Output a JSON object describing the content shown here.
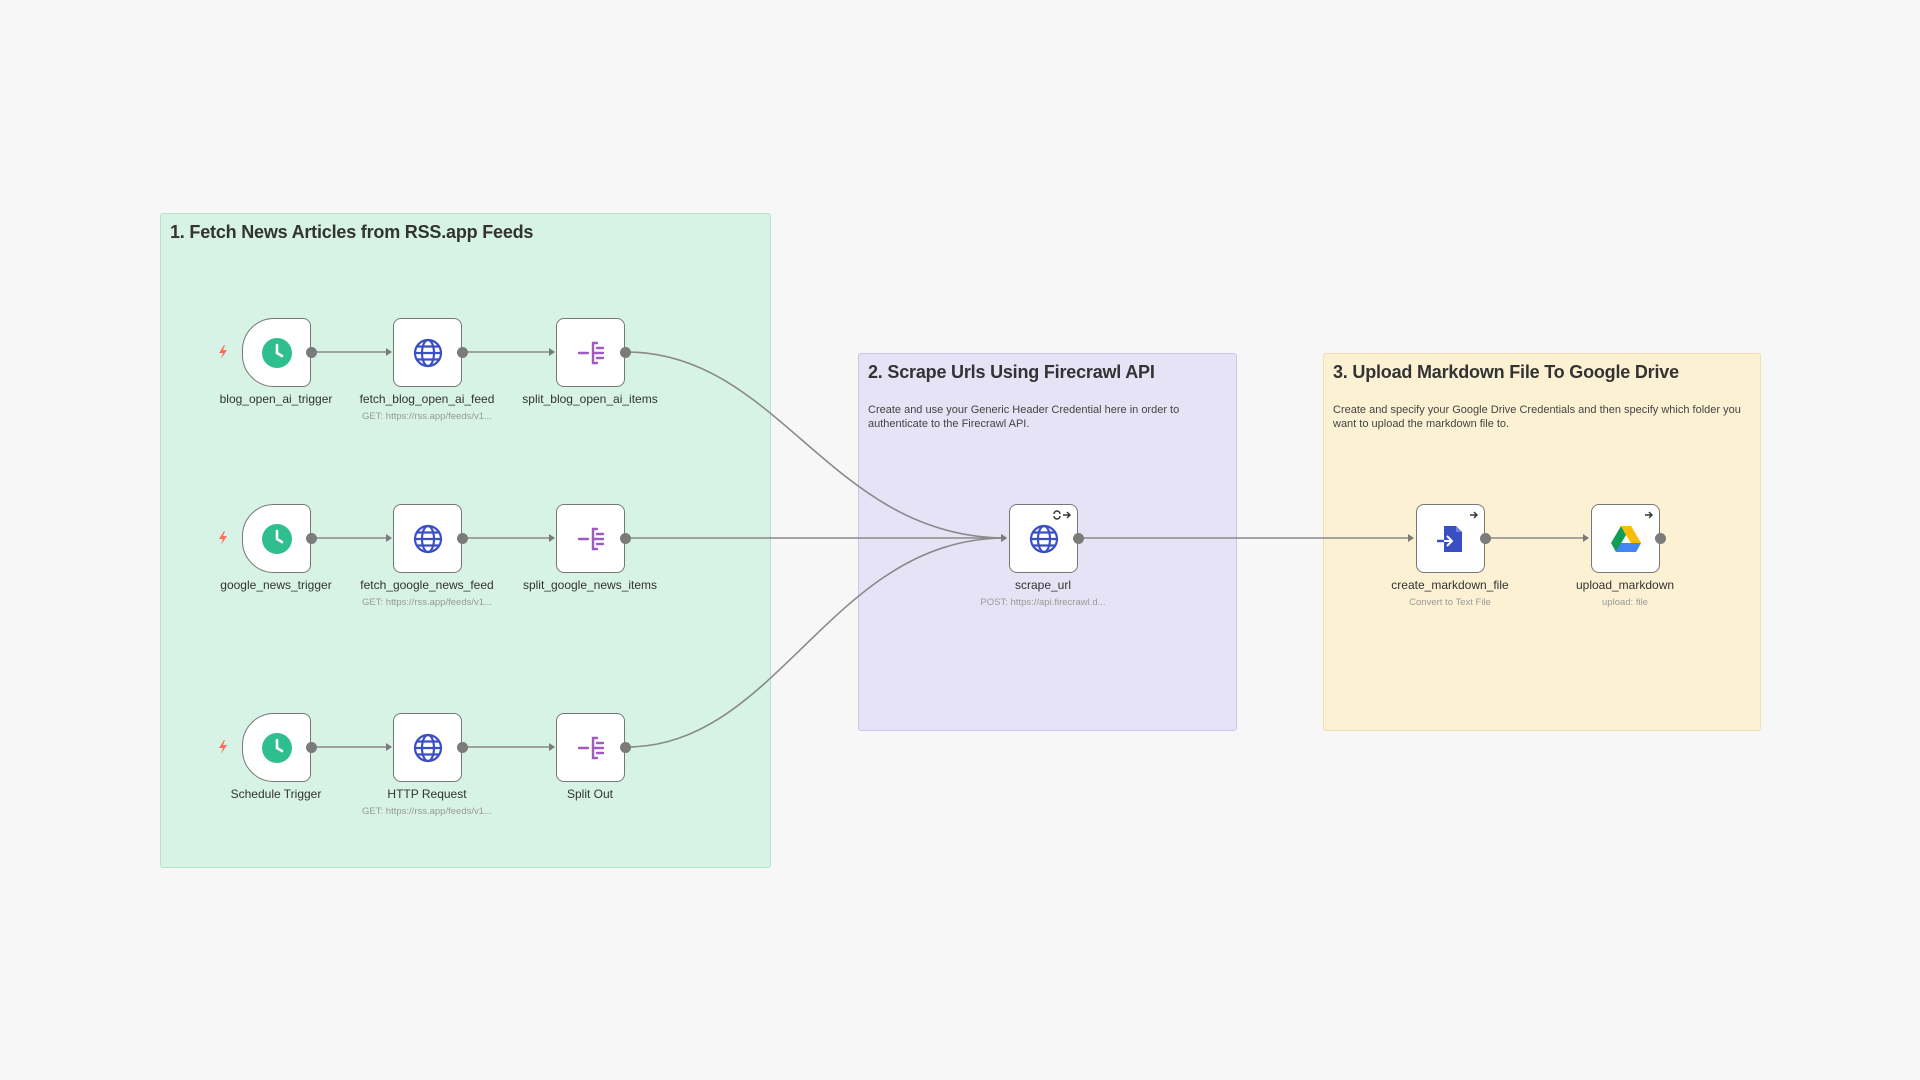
{
  "stickies": [
    {
      "title": "1. Fetch News Articles from RSS.app Feeds",
      "desc": ""
    },
    {
      "title": "2. Scrape Urls Using Firecrawl API",
      "desc": "Create and use your Generic Header Credential here in order to authenticate to the Firecrawl API."
    },
    {
      "title": "3. Upload Markdown File To Google Drive",
      "desc": "Create and specify your Google Drive Credentials and then specify which folder you want to upload the markdown file to."
    }
  ],
  "nodes": {
    "blog_trigger": {
      "label": "blog_open_ai_trigger",
      "icon": "clock-icon"
    },
    "blog_fetch": {
      "label": "fetch_blog_open_ai_feed",
      "sub": "GET: https://rss.app/feeds/v1...",
      "icon": "globe-icon"
    },
    "blog_split": {
      "label": "split_blog_open_ai_items",
      "icon": "split-icon"
    },
    "google_trigger": {
      "label": "google_news_trigger",
      "icon": "clock-icon"
    },
    "google_fetch": {
      "label": "fetch_google_news_feed",
      "sub": "GET: https://rss.app/feeds/v1...",
      "icon": "globe-icon"
    },
    "google_split": {
      "label": "split_google_news_items",
      "icon": "split-icon"
    },
    "sched_trigger": {
      "label": "Schedule Trigger",
      "icon": "clock-icon"
    },
    "http_request": {
      "label": "HTTP Request",
      "sub": "GET: https://rss.app/feeds/v1...",
      "icon": "globe-icon"
    },
    "split_out": {
      "label": "Split Out",
      "icon": "split-icon"
    },
    "scrape_url": {
      "label": "scrape_url",
      "sub": "POST: https://api.firecrawl.d...",
      "icon": "globe-icon"
    },
    "create_md": {
      "label": "create_markdown_file",
      "sub": "Convert to Text File",
      "icon": "file-convert-icon"
    },
    "upload_md": {
      "label": "upload_markdown",
      "sub": "upload: file",
      "icon": "google-drive-icon"
    }
  },
  "colors": {
    "trigger_green": "#2fbf8f",
    "globe_blue": "#3b4fc4",
    "split_purple": "#a05bc0",
    "bolt_red": "#ff6d5a",
    "edge_gray": "#7b7b7b"
  }
}
